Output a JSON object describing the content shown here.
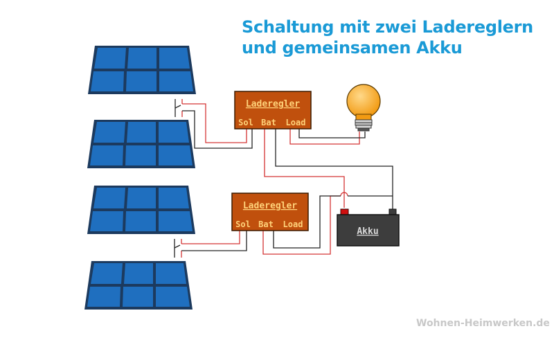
{
  "title": {
    "line1": "Schaltung mit zwei Ladereglern",
    "line2": "und gemeinsamen Akku"
  },
  "controllers": [
    {
      "label": "Laderegler",
      "terminals": [
        "Sol",
        "Bat",
        "Load"
      ]
    },
    {
      "label": "Laderegler",
      "terminals": [
        "Sol",
        "Bat",
        "Load"
      ]
    }
  ],
  "battery": {
    "label": "Akku"
  },
  "watermark": "Wohnen-Heimwerken.de",
  "colors": {
    "title": "#1a9ad6",
    "panel_cell": "#1f6fbf",
    "panel_frame": "#1c3a5e",
    "controller_fill": "#c0500d",
    "controller_text": "#ffd27a",
    "battery_body": "#3d3d3d",
    "battery_plus": "#d01010",
    "wire_positive": "#d43434",
    "wire_negative": "#222222",
    "bulb": "#f7a81a"
  },
  "icons": [
    "solar-panel-icon",
    "light-bulb-icon",
    "battery-icon"
  ]
}
